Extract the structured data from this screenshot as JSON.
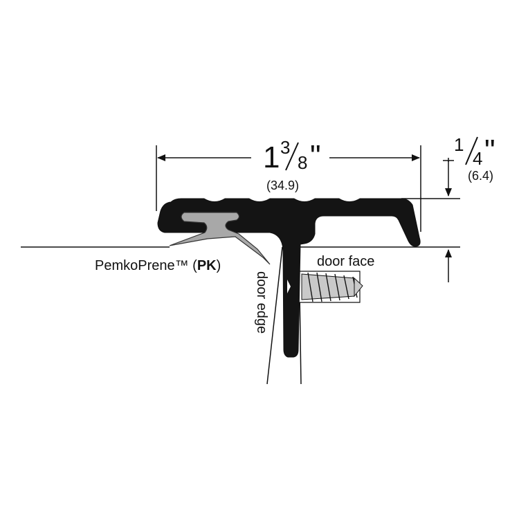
{
  "dimensions": {
    "width_whole": "1",
    "width_numerator": "3",
    "width_denominator": "8",
    "width_inch_mark": "\"",
    "width_metric": "(34.9)",
    "height_numerator": "1",
    "height_denominator": "4",
    "height_inch_mark": "\"",
    "height_metric": "(6.4)"
  },
  "labels": {
    "gasket_name": "PemkoPrene™ (",
    "gasket_code": "PK",
    "gasket_close": ")",
    "door_face": "door face",
    "door_edge": "door edge"
  },
  "colors": {
    "profile": "#141414",
    "gasket": "#a8a8a8",
    "screw": "#9a9a9a",
    "line": "#111111"
  }
}
